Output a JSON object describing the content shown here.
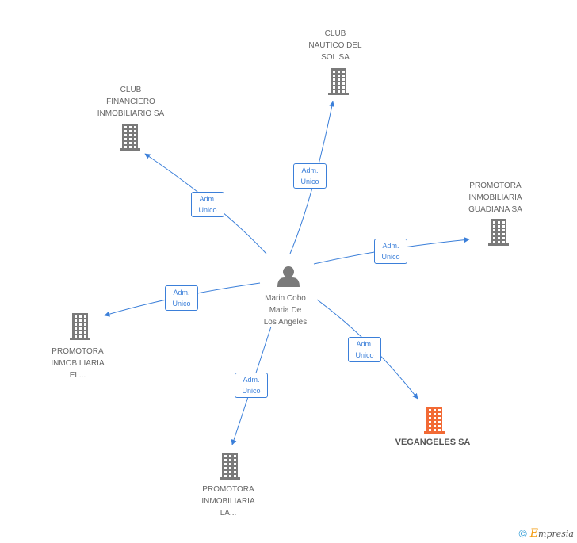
{
  "center": {
    "name": "Marin Cobo\nMaria De\nLos Angeles",
    "icon": "person-icon"
  },
  "companies": [
    {
      "id": "club-nautico",
      "name": "CLUB\nNAUTICO DEL\nSOL SA",
      "highlight": false,
      "icon": "building-icon"
    },
    {
      "id": "club-financiero",
      "name": "CLUB\nFINANCIERO\nINMOBILIARIO SA",
      "highlight": false,
      "icon": "building-icon"
    },
    {
      "id": "promotora-guadiana",
      "name": "PROMOTORA\nINMOBILIARIA\nGUADIANA SA",
      "highlight": false,
      "icon": "building-icon"
    },
    {
      "id": "promotora-el",
      "name": "PROMOTORA\nINMOBILIARIA\nEL...",
      "highlight": false,
      "icon": "building-icon"
    },
    {
      "id": "promotora-la",
      "name": "PROMOTORA\nINMOBILIARIA\nLA...",
      "highlight": false,
      "icon": "building-icon"
    },
    {
      "id": "vegangeles",
      "name": "VEGANGELES SA",
      "highlight": true,
      "icon": "building-icon"
    }
  ],
  "edges": [
    {
      "to": "club-nautico",
      "label": "Adm.\nUnico"
    },
    {
      "to": "club-financiero",
      "label": "Adm.\nUnico"
    },
    {
      "to": "promotora-guadiana",
      "label": "Adm.\nUnico"
    },
    {
      "to": "promotora-el",
      "label": "Adm.\nUnico"
    },
    {
      "to": "promotora-la",
      "label": "Adm.\nUnico"
    },
    {
      "to": "vegangeles",
      "label": "Adm.\nUnico"
    }
  ],
  "colors": {
    "edge": "#3b7fd9",
    "building": "#7a7a7a",
    "building_highlight": "#f26a35",
    "person": "#7a7a7a"
  },
  "footer": {
    "copyright_symbol": "©",
    "brand_first": "E",
    "brand_rest": "mpresia"
  }
}
